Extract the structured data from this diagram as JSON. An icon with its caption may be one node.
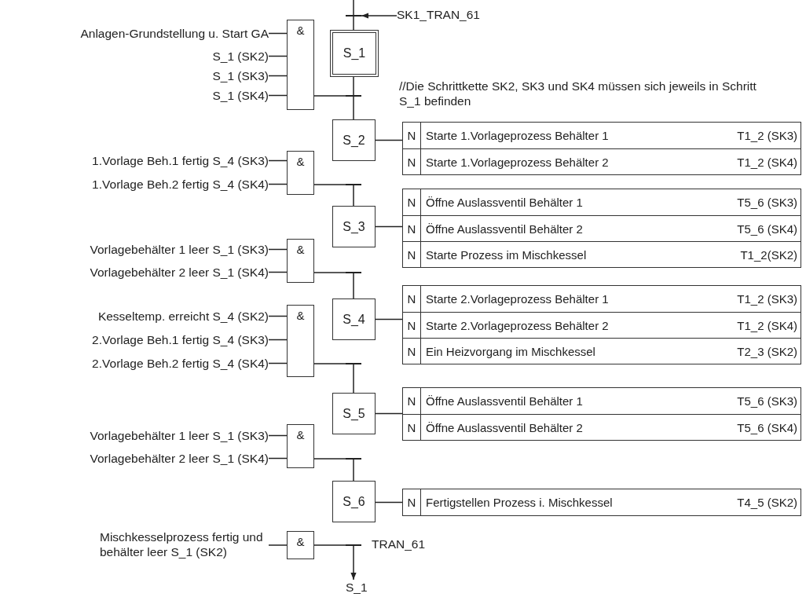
{
  "diagram": {
    "nodes": [
      {
        "text": [
          "SK1_TRAN_61"
        ]
      },
      {
        "text": [],
        "shape": "bar"
      },
      {
        "text": [
          "S_1"
        ]
      },
      {
        "text": [
          "Anlagen-Grundstellung u. Start GA"
        ]
      },
      {
        "text": [
          "S_1 (SK2)"
        ]
      },
      {
        "text": [
          "S_1 (SK3)"
        ]
      },
      {
        "text": [
          "S_1 (SK4)"
        ]
      },
      {
        "text": [
          "&"
        ]
      },
      {
        "text": [],
        "shape": "bar"
      },
      {
        "text": [
          "S_2"
        ]
      },
      {
        "text": [],
        "shape": "box"
      },
      {
        "text": [
          "N",
          "Starte 1.Vorlageprozess Behälter 1",
          "T1_2 (SK3)"
        ],
        "in": 10
      },
      {
        "text": [
          "N",
          "Starte 1.Vorlageprozess Behälter 2",
          "T1_2 (SK4)"
        ],
        "in": 10
      },
      {
        "text": [
          "1.Vorlage Beh.1 fertig S_4 (SK3)"
        ]
      },
      {
        "text": [
          "1.Vorlage Beh.2 fertig S_4 (SK4)"
        ]
      },
      {
        "text": [
          "&"
        ]
      },
      {
        "text": [],
        "shape": "bar"
      },
      {
        "text": [
          "S_3"
        ]
      },
      {
        "text": [],
        "shape": "box"
      },
      {
        "text": [
          "N",
          "Öffne Auslassventil Behälter 1",
          "T5_6 (SK3)"
        ],
        "in": 18
      },
      {
        "text": [
          "N",
          "Öffne Auslassventil Behälter 2",
          "T5_6 (SK4)"
        ],
        "in": 18
      },
      {
        "text": [
          "N",
          "Starte Prozess im Mischkessel",
          "T1_2(SK2)"
        ],
        "in": 18
      },
      {
        "text": [
          "Vorlagebehälter 1 leer S_1 (SK3)"
        ]
      },
      {
        "text": [
          "Vorlagebehälter 2 leer S_1 (SK4)"
        ]
      },
      {
        "text": [
          "&"
        ]
      },
      {
        "text": [],
        "shape": "bar"
      },
      {
        "text": [
          "S_4"
        ]
      },
      {
        "text": [],
        "shape": "box"
      },
      {
        "text": [
          "N",
          "Starte 2.Vorlageprozess Behälter 1",
          "T1_2 (SK3)"
        ],
        "in": 27
      },
      {
        "text": [
          "N",
          "Starte 2.Vorlageprozess Behälter 2",
          "T1_2 (SK4)"
        ],
        "in": 27
      },
      {
        "text": [
          "N",
          "Ein Heizvorgang im Mischkessel",
          "T2_3 (SK2)"
        ],
        "in": 27
      },
      {
        "text": [
          "Kesseltemp. erreicht S_4 (SK2)"
        ]
      },
      {
        "text": [
          "2.Vorlage Beh.1 fertig S_4 (SK3)"
        ]
      },
      {
        "text": [
          "2.Vorlage Beh.2 fertig S_4 (SK4)"
        ]
      },
      {
        "text": [
          "&"
        ]
      },
      {
        "text": [],
        "shape": "bar"
      },
      {
        "text": [
          "S_5"
        ]
      },
      {
        "text": [],
        "shape": "box"
      },
      {
        "text": [
          "N",
          "Öffne Auslassventil Behälter 1",
          "T5_6 (SK3)"
        ],
        "in": 37
      },
      {
        "text": [
          "N",
          "Öffne Auslassventil Behälter 2",
          "T5_6 (SK4)"
        ],
        "in": 37
      },
      {
        "text": [
          "Vorlagebehälter 1 leer S_1 (SK3)"
        ]
      },
      {
        "text": [
          "Vorlagebehälter 2 leer S_1 (SK4)"
        ]
      },
      {
        "text": [
          "&"
        ]
      },
      {
        "text": [],
        "shape": "bar"
      },
      {
        "text": [
          "S_6"
        ]
      },
      {
        "text": [
          "N",
          "Fertigstellen Prozess i. Mischkessel",
          "T4_5 (SK2)"
        ]
      },
      {
        "text": [
          "Mischkesselprozess fertig und behälter leer S_1 (SK2)"
        ]
      },
      {
        "text": [
          "&"
        ]
      },
      {
        "text": [],
        "shape": "bar",
        "beside": [
          "TRAN_61"
        ]
      },
      {
        "text": [
          "S_1"
        ]
      }
    ],
    "edges": [
      {
        "from": 0,
        "to": 1,
        "arrow": "to"
      },
      {
        "from": 1,
        "to": 2,
        "arrow": "none"
      },
      {
        "from": 2,
        "to": 8,
        "arrow": "none"
      },
      {
        "from": 3,
        "to": 7,
        "arrow": "none"
      },
      {
        "from": 4,
        "to": 7,
        "arrow": "none"
      },
      {
        "from": 5,
        "to": 7,
        "arrow": "none"
      },
      {
        "from": 6,
        "to": 7,
        "arrow": "none"
      },
      {
        "from": 7,
        "to": 8,
        "arrow": "none"
      },
      {
        "from": 8,
        "to": 9,
        "arrow": "none"
      },
      {
        "from": 9,
        "to": 10,
        "arrow": "none"
      },
      {
        "from": 13,
        "to": 15,
        "arrow": "none"
      },
      {
        "from": 14,
        "to": 15,
        "arrow": "none"
      },
      {
        "from": 15,
        "to": 16,
        "arrow": "none"
      },
      {
        "from": 16,
        "to": 17,
        "arrow": "none"
      },
      {
        "from": 17,
        "to": 18,
        "arrow": "none"
      },
      {
        "from": 22,
        "to": 24,
        "arrow": "none"
      },
      {
        "from": 23,
        "to": 24,
        "arrow": "none"
      },
      {
        "from": 24,
        "to": 25,
        "arrow": "none"
      },
      {
        "from": 25,
        "to": 26,
        "arrow": "none"
      },
      {
        "from": 26,
        "to": 27,
        "arrow": "none"
      },
      {
        "from": 31,
        "to": 34,
        "arrow": "none"
      },
      {
        "from": 32,
        "to": 34,
        "arrow": "none"
      },
      {
        "from": 33,
        "to": 34,
        "arrow": "none"
      },
      {
        "from": 34,
        "to": 35,
        "arrow": "none"
      },
      {
        "from": 35,
        "to": 36,
        "arrow": "none"
      },
      {
        "from": 36,
        "to": 37,
        "arrow": "none"
      },
      {
        "from": 40,
        "to": 42,
        "arrow": "none"
      },
      {
        "from": 41,
        "to": 42,
        "arrow": "none"
      },
      {
        "from": 42,
        "to": 43,
        "arrow": "none"
      },
      {
        "from": 43,
        "to": 44,
        "arrow": "none"
      },
      {
        "from": 44,
        "to": 45,
        "arrow": "none"
      },
      {
        "from": 46,
        "to": 47,
        "arrow": "none"
      },
      {
        "from": 47,
        "to": 48,
        "arrow": "none"
      },
      {
        "from": 48,
        "to": 49,
        "arrow": "to"
      }
    ],
    "labels": [
      "//Die Schrittkette SK2, SK3 und SK4 müssen sich jeweils in Schritt S_1 befinden"
    ]
  }
}
